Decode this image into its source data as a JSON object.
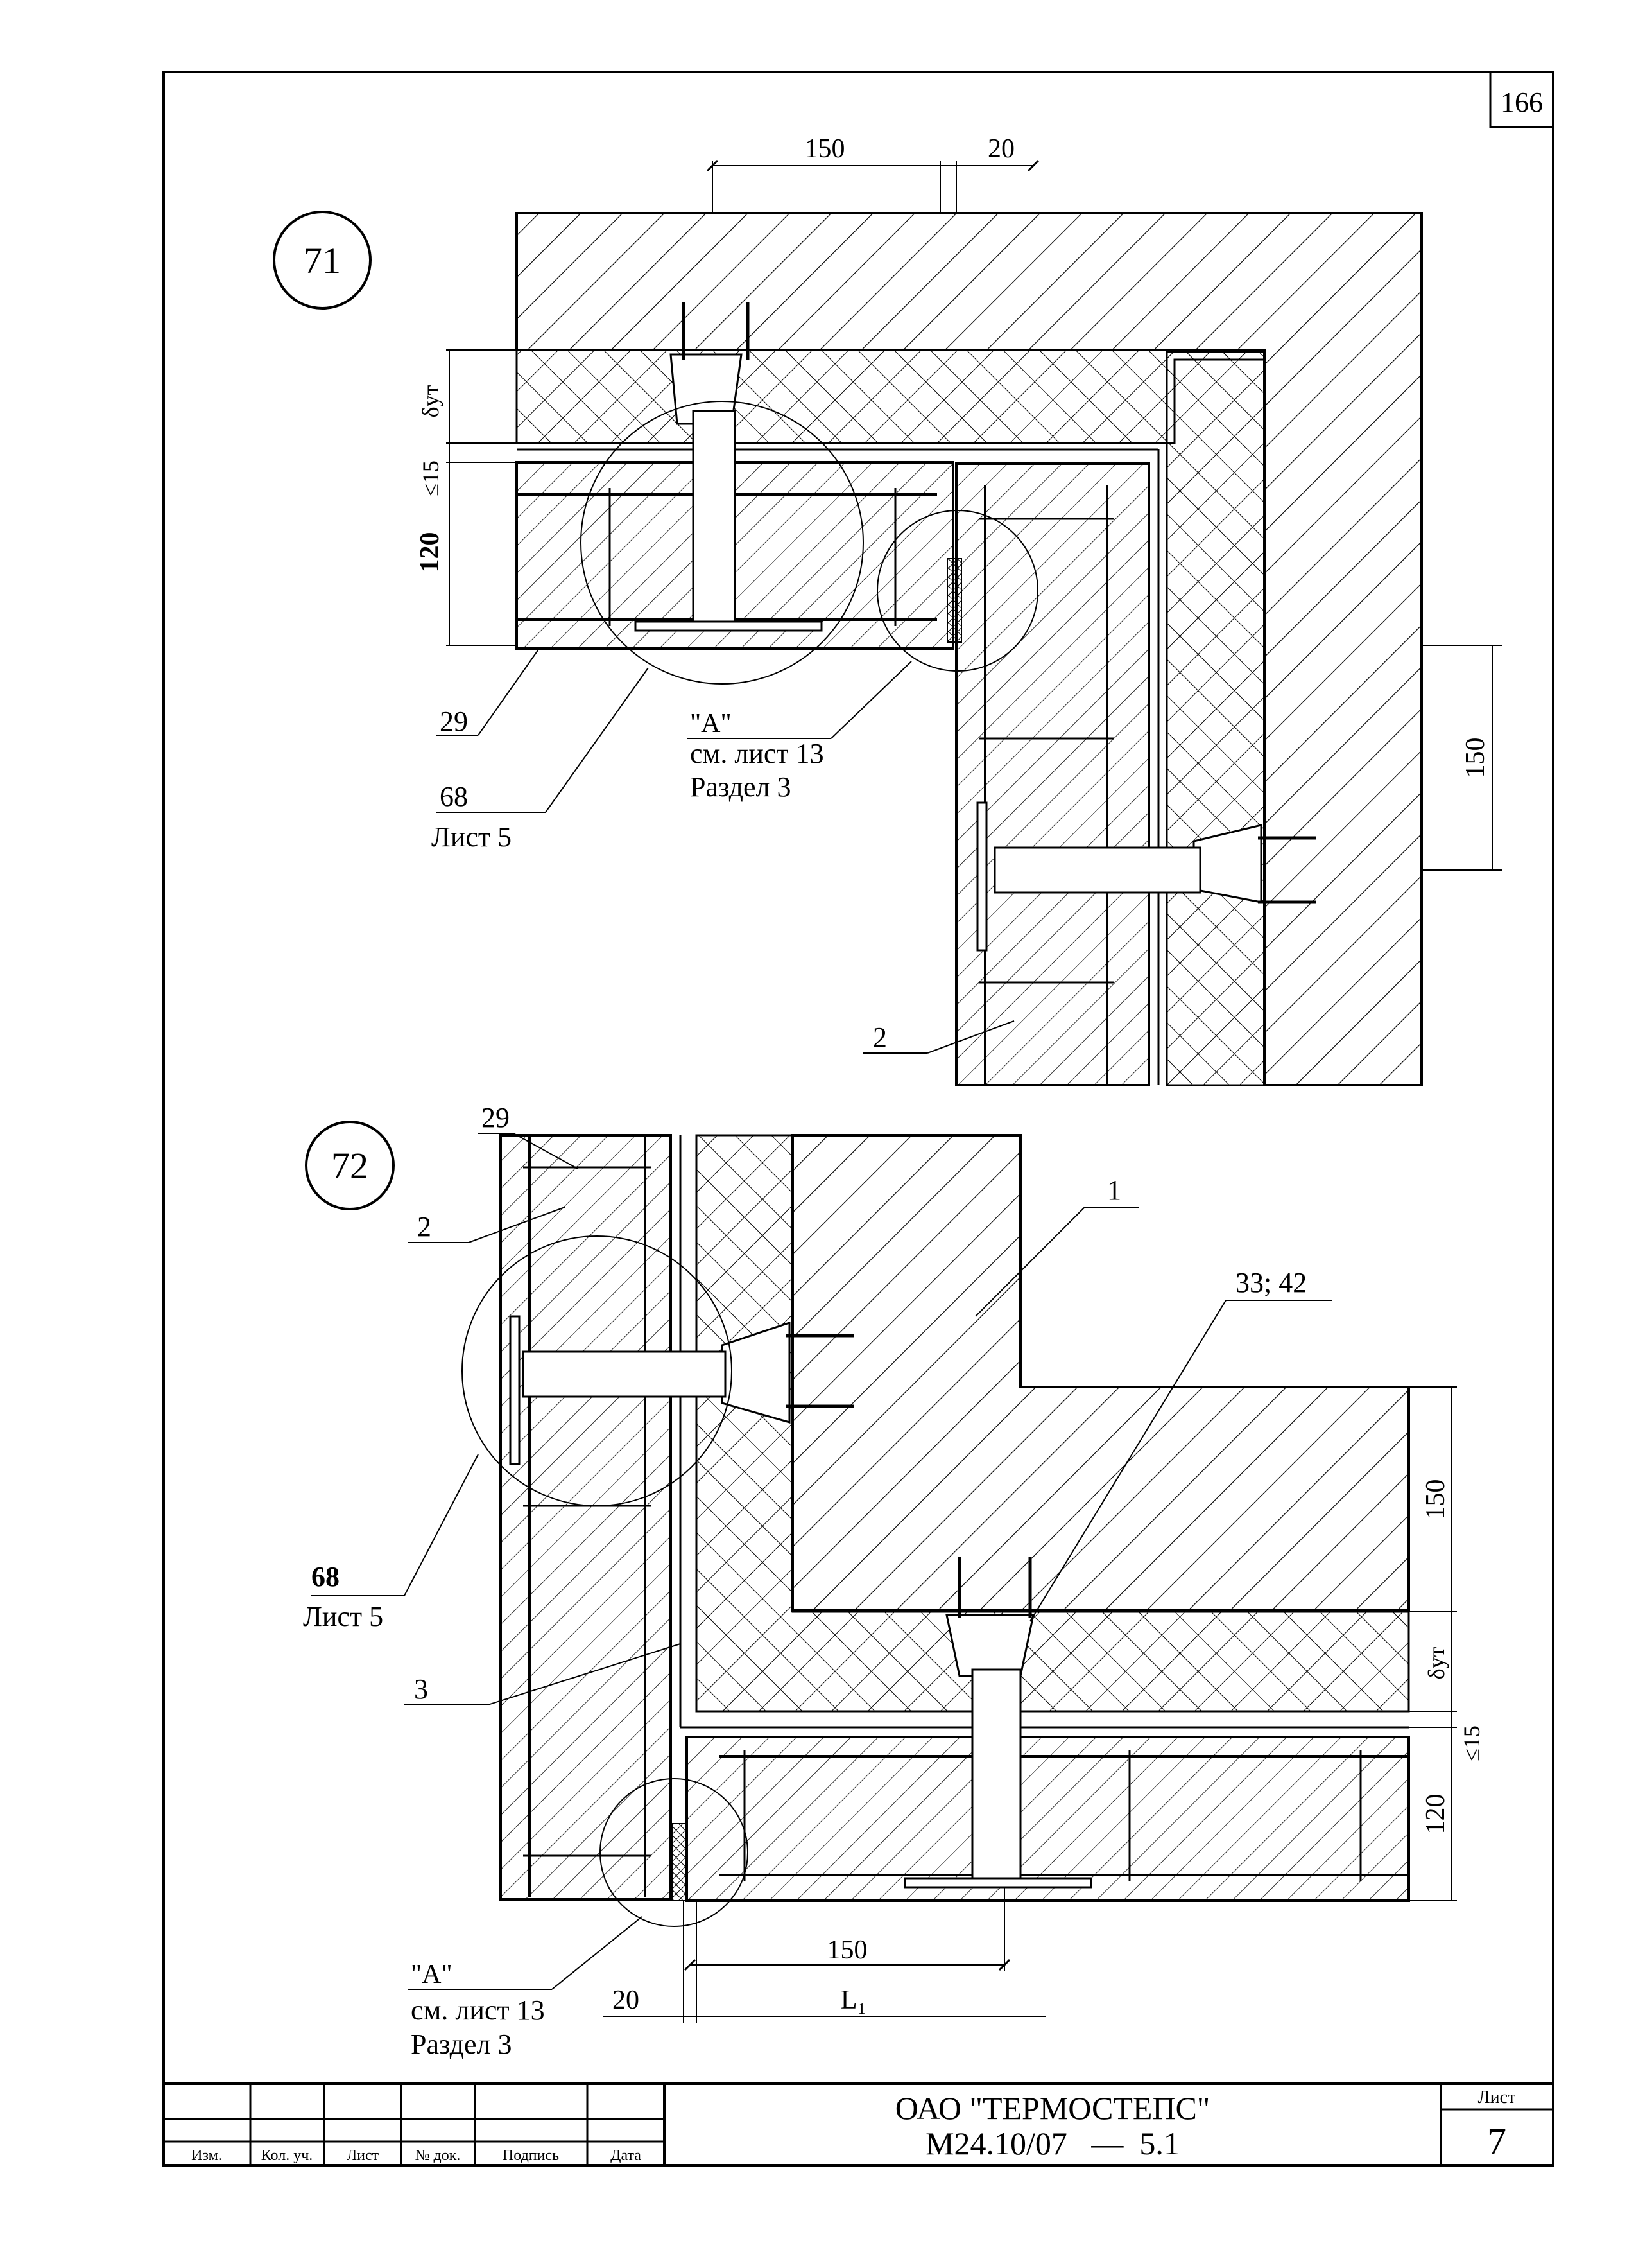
{
  "sheet_number_top": "166",
  "detail_71": {
    "label": "71",
    "dim_top_150": "150",
    "dim_top_20": "20",
    "dim_delta_ut": "δут",
    "dim_le15": "≤15",
    "dim_120": "120",
    "dim_right_150": "150",
    "leader_29": "29",
    "leader_68": "68",
    "leader_sheet5": "Лист 5",
    "callout_A": "\"А\"",
    "callout_sheet13": "см. лист 13",
    "callout_section3": "Раздел 3",
    "leader_2": "2"
  },
  "detail_72": {
    "label": "72",
    "leader_29": "29",
    "leader_2": "2",
    "leader_1": "1",
    "leader_33_42": "33; 42",
    "dim_right_150": "150",
    "dim_delta_ut": "δут",
    "dim_le15": "≤15",
    "dim_120": "120",
    "leader_68": "68",
    "leader_sheet5": "Лист 5",
    "leader_3": "3",
    "dim_bottom_150": "150",
    "dim_L1": "L₁",
    "dim_20": "20",
    "callout_A": "\"А\"",
    "callout_sheet13": "см. лист 13",
    "callout_section3": "Раздел 3"
  },
  "title_block": {
    "columns": [
      "Изм.",
      "Кол. уч.",
      "Лист",
      "№ док.",
      "Подпись",
      "Дата"
    ],
    "organization": "ОАО \"ТЕРМОСТЕПС\"",
    "document_code": "М24.10/07   —  5.1",
    "sheet_label": "Лист",
    "sheet_value": "7"
  }
}
